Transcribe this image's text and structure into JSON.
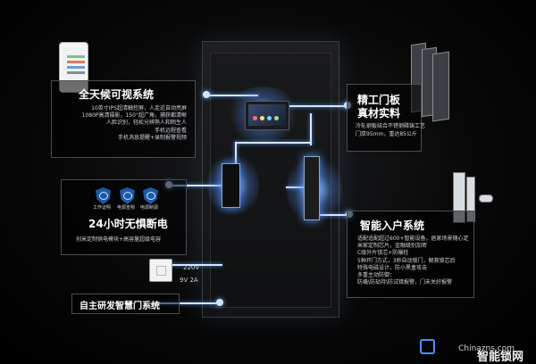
{
  "sections": {
    "vision": {
      "title": "全天候可视系统",
      "lines": [
        "10英寸IPS超清触控屏，人走近自动亮屏",
        "1080P高清摄影，150°超广角，捕获都清晰",
        "人脸识别，轻松分辨熟人和陌生人",
        "手机远程查看",
        "手机消息提醒+录制报警视频"
      ]
    },
    "panel": {
      "title_line1": "精工门板",
      "title_line2": "真材实料",
      "lines": [
        "冷轧钢板结合不锈钢磷铸工艺",
        "门厚95mm，重达85公斤"
      ]
    },
    "power": {
      "icons": [
        "工作证明",
        "电源宣称",
        "电源制源"
      ],
      "title": "24小时无惧断电",
      "line": "创米定制供电模块+高容量超级电容"
    },
    "entry": {
      "title": "智能入户系统",
      "lines": [
        "适配适配超过600+智能设备，居家场景随心定",
        "米家定制芯片，金融级别加密",
        "C级外片锁芯+防爆栓",
        "5种开门方式，3秒自动锁门，解救锁芯后",
        "特殊电磁设计，防小黑盒攻击",
        "多重主动防御：",
        "防撬\\防劫持\\防试错报警，门未关好报警"
      ]
    },
    "door_system": {
      "title": "自主研发智慧门系统"
    },
    "voltage": {
      "input": "220V",
      "output": "9V 2A"
    },
    "watermark": {
      "site": "Chinazns.com",
      "brand": "智能锁网"
    }
  },
  "colors": {
    "accent": "#8fc1ff",
    "highlight": "#dcebff"
  }
}
